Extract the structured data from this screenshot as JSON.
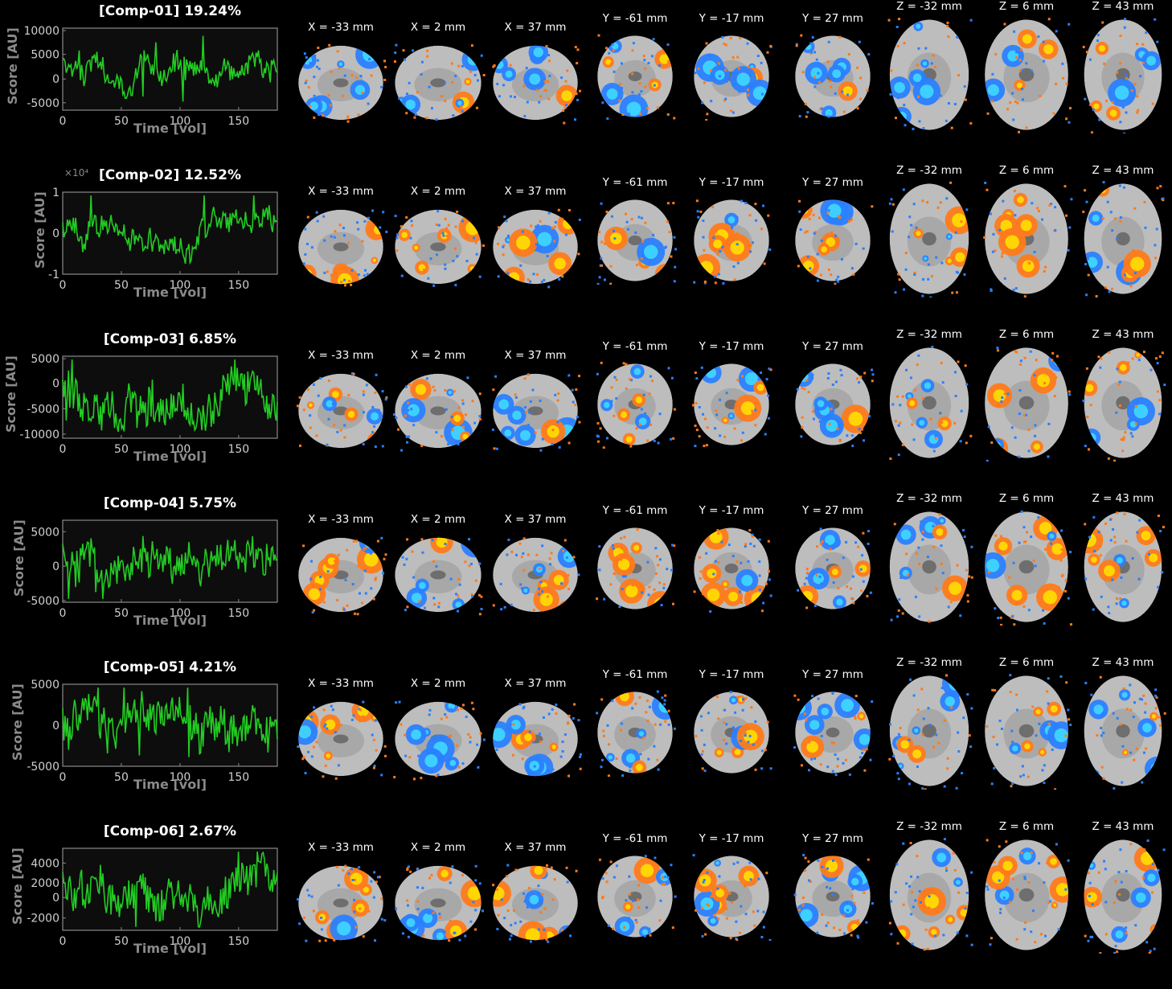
{
  "axis_common": {
    "xlabel": "Time [vol]",
    "ylabel": "Score [AU]",
    "xticks": [
      "0",
      "50",
      "100",
      "150"
    ]
  },
  "slice_labels": [
    "X = -33 mm",
    "X = 2 mm",
    "X = 37 mm",
    "Y = -61 mm",
    "Y = -17 mm",
    "Y = 27 mm",
    "Z = -32 mm",
    "Z = 6 mm",
    "Z = 43 mm"
  ],
  "colors": {
    "trace": "#22cc22",
    "positive": "#ff7a1a",
    "positive_peak": "#ffe000",
    "negative": "#2a7fff",
    "negative_peak": "#3fd8ff",
    "brain": "#bdbdbd",
    "plot_bg": "#0d0d0d"
  },
  "components": [
    {
      "title": "[Comp-01] 19.24%",
      "yticks": [
        "10000",
        "5000",
        "0",
        "-5000"
      ],
      "exponent": ""
    },
    {
      "title": "[Comp-02] 12.52%",
      "yticks": [
        "1",
        "0",
        "-1"
      ],
      "exponent": "×10⁴"
    },
    {
      "title": "[Comp-03] 6.85%",
      "yticks": [
        "5000",
        "0",
        "-5000",
        "-10000"
      ],
      "exponent": ""
    },
    {
      "title": "[Comp-04] 5.75%",
      "yticks": [
        "5000",
        "0",
        "-5000"
      ],
      "exponent": ""
    },
    {
      "title": "[Comp-05] 4.21%",
      "yticks": [
        "5000",
        "0",
        "-5000"
      ],
      "exponent": ""
    },
    {
      "title": "[Comp-06] 2.67%",
      "yticks": [
        "4000",
        "2000",
        "0",
        "-2000"
      ],
      "exponent": ""
    }
  ]
}
